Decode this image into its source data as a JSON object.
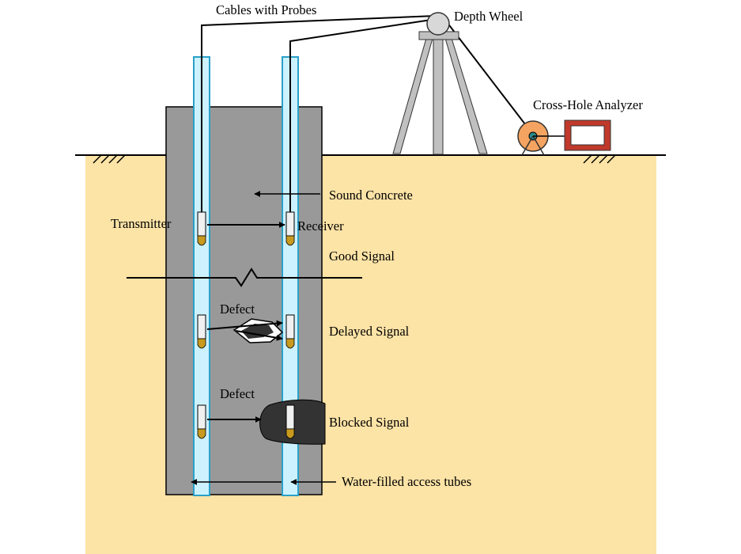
{
  "labels": {
    "cables": "Cables with Probes",
    "depth_wheel": "Depth Wheel",
    "analyzer": "Cross-Hole Analyzer",
    "sound_concrete": "Sound Concrete",
    "transmitter": "Transmitter",
    "receiver": "Receiver",
    "good_signal": "Good Signal",
    "defect_1": "Defect",
    "delayed_signal": "Delayed Signal",
    "defect_2": "Defect",
    "blocked_signal": "Blocked Signal",
    "tubes": "Water-filled access tubes"
  },
  "colors": {
    "soil": "#FCE3A6",
    "concrete": "#999999",
    "tube": "#CCF2FF",
    "tube_stroke": "#2AA0C8",
    "probe_tip": "#C89A1E",
    "defect": "#333333",
    "analyzer_frame": "#C0392B",
    "reel": "#F4A460"
  }
}
